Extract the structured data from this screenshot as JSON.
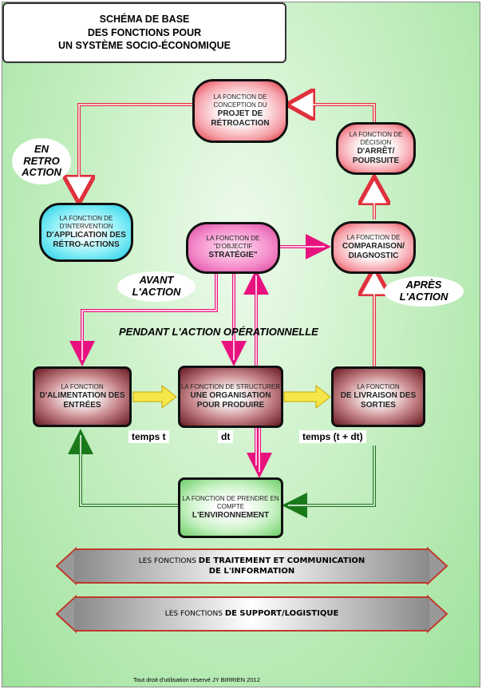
{
  "title": [
    "SCHÉMA DE BASE",
    "DES FONCTIONS POUR",
    "UN SYSTÈME SOCIO-ÉCONOMIQUE"
  ],
  "boxes": {
    "conception": {
      "small": "LA FONCTION DE CONCEPTION DU",
      "bold": "PROJET DE RÉTROACTION"
    },
    "decision": {
      "small": "LA FONCTION DE DÉCISION",
      "bold": "D'ARRÊT/ POURSUITE"
    },
    "intervention": {
      "small": "LA FONCTION DE D'INTERVENTION",
      "bold": "D'APPLICATION DES RÉTRO-ACTIONS"
    },
    "objectif": {
      "small": "LA FONCTION DE \"D'OBJECTIF",
      "bold": "STRATÉGIE\""
    },
    "comparaison": {
      "small": "LA FONCTION DE",
      "bold": "COMPARAISON/ DIAGNOSTIC"
    },
    "alimentation": {
      "small": "LA FONCTION",
      "bold": "D'ALIMENTATION DES ENTRÉES"
    },
    "structurer": {
      "small": "LA FONCTION DE STRUCTURER",
      "bold": "UNE ORGANISATION POUR PRODUIRE"
    },
    "livraison": {
      "small": "LA FONCTION",
      "bold": "DE LIVRAISON DES SORTIES"
    },
    "environnement": {
      "small": "LA FONCTION DE PRENDRE EN COMPTE",
      "bold": "L'ENVIRONNEMENT"
    }
  },
  "labels": {
    "retro": [
      "EN",
      "RETRO",
      "ACTION"
    ],
    "avant": [
      "AVANT",
      "L'ACTION"
    ],
    "apres": [
      "APRÈS",
      "L'ACTION"
    ],
    "pendant": "PENDANT L'ACTION OPÉRATIONNELLE",
    "temps_t": "temps t",
    "dt": "dt",
    "temps_tdt": "temps (t + dt)"
  },
  "bands": {
    "info_small": "LES FONCTIONS",
    "info_bold": "DE TRAITEMENT ET COMMUNICATION",
    "info_bold2": "DE L'INFORMATION",
    "support_small": "LES FONCTIONS",
    "support_bold": "DE SUPPORT/LOGISTIQUE"
  },
  "copyright": "Tout droit d'utilisation réservé JY BIRRIEN 2012",
  "colors": {
    "red": "#e0303c",
    "pink": "#e8127f",
    "green": "#1a7a1a",
    "yellow": "#f5e64a"
  }
}
